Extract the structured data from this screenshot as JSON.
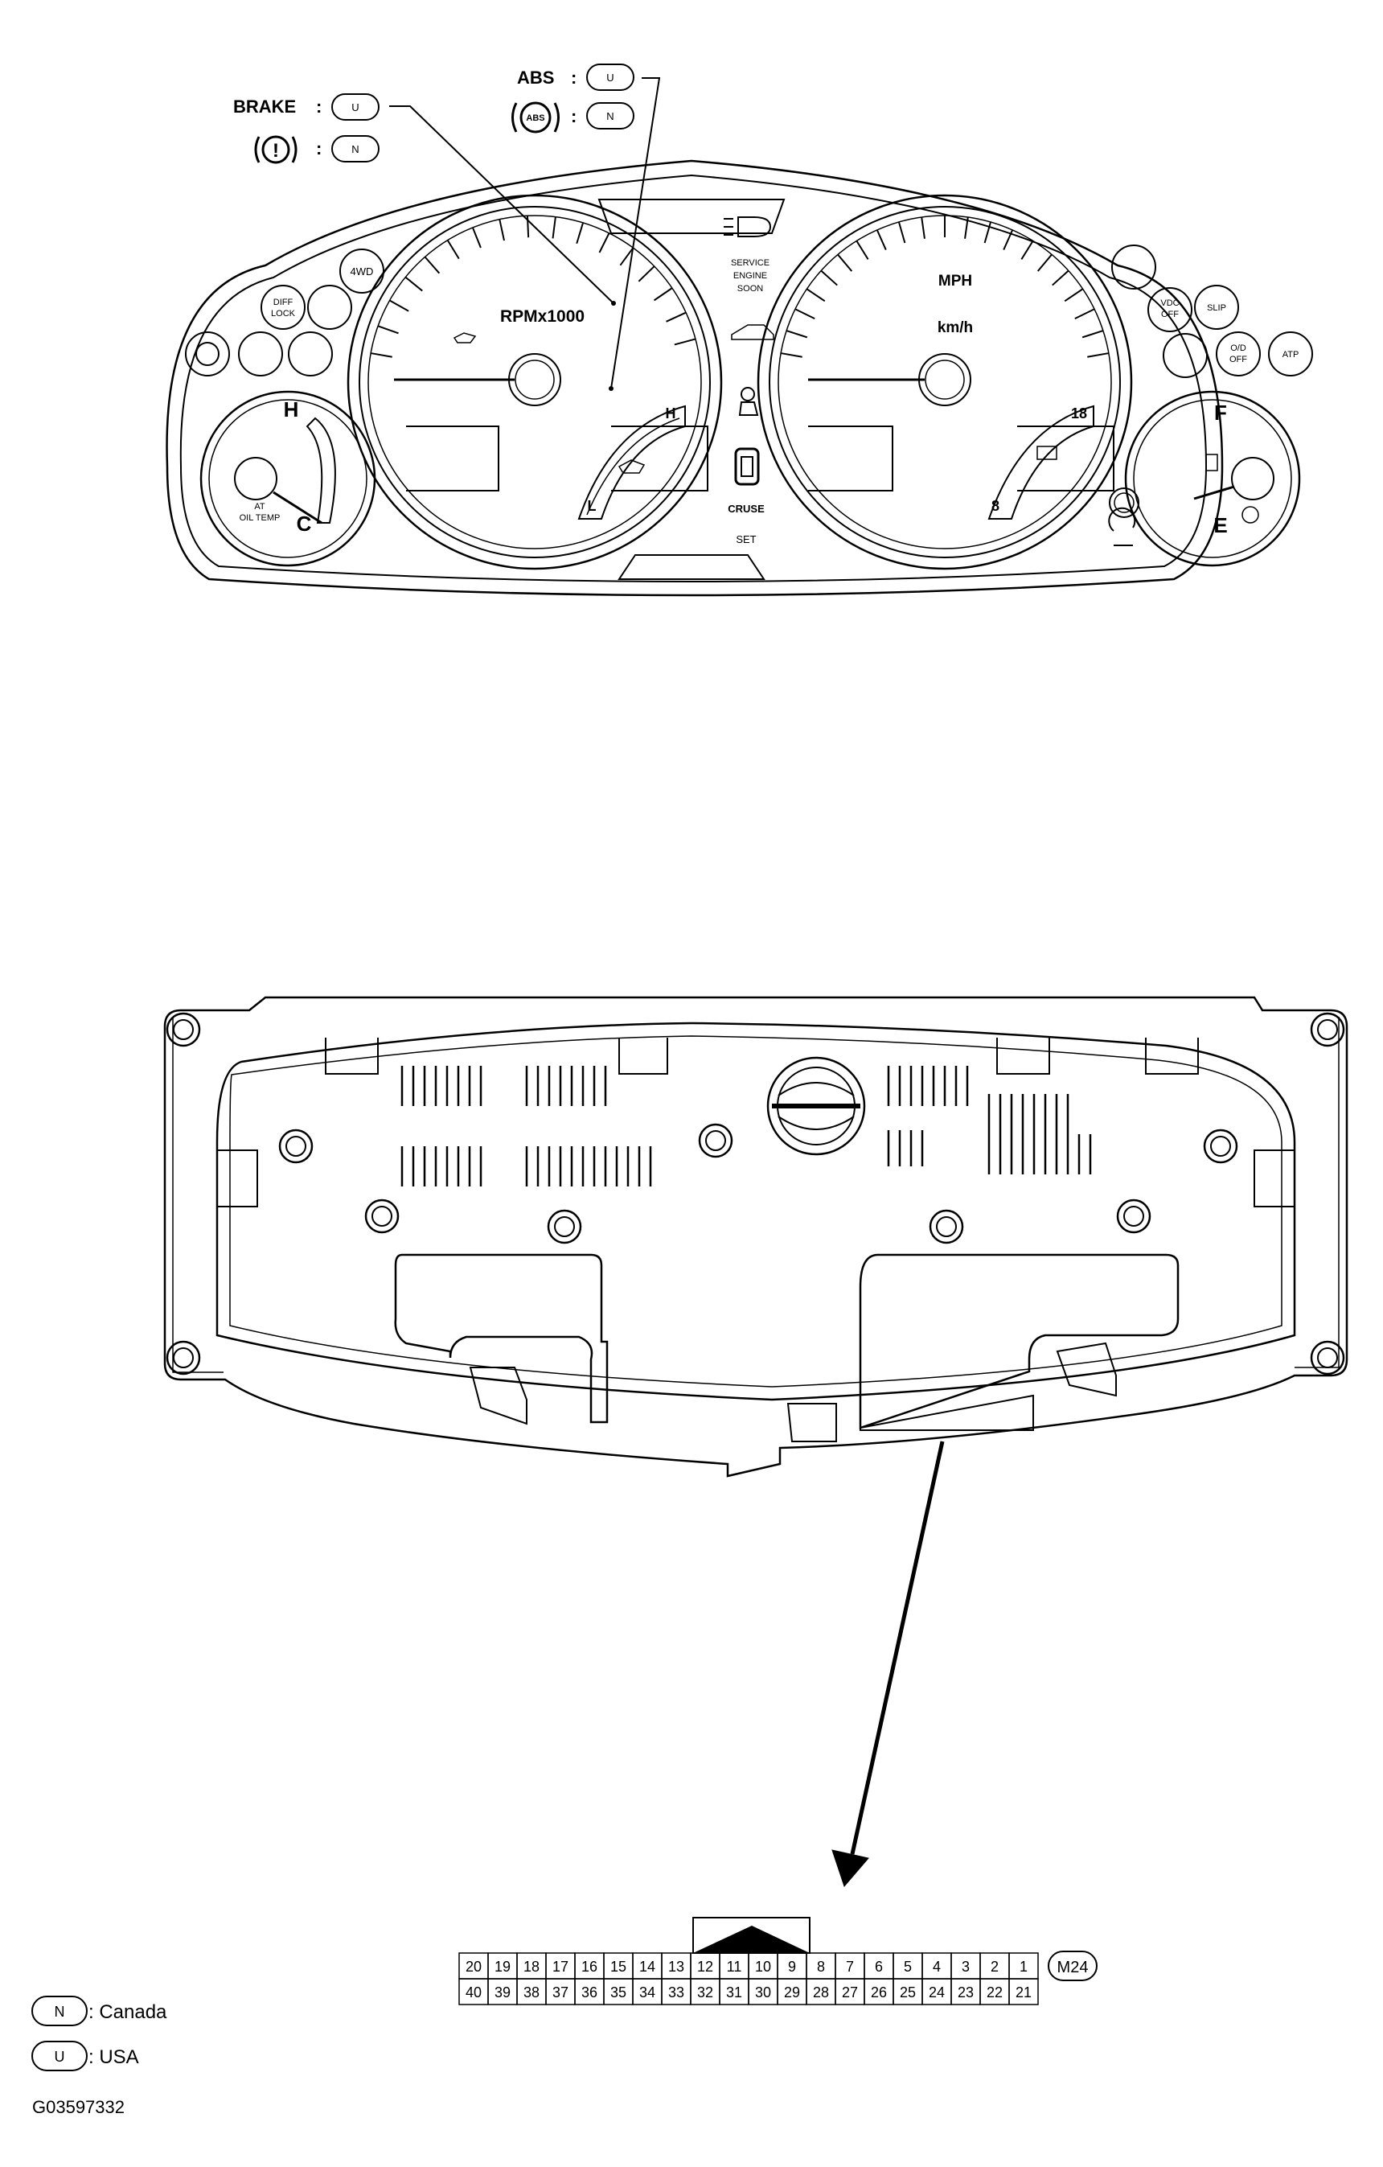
{
  "callouts": {
    "brake_label": "BRAKE",
    "brake_colon": ":",
    "brake_code": "U",
    "brake_icon_colon": ":",
    "brake_icon_code": "N",
    "abs_label": "ABS",
    "abs_colon": ":",
    "abs_code": "U",
    "abs_icon_text": "ABS",
    "abs_icon_colon": ":",
    "abs_icon_code": "N"
  },
  "cluster": {
    "tach_label": "RPMx1000",
    "speed_unit_primary": "MPH",
    "speed_unit_secondary": "km/h",
    "service_engine_soon": [
      "SERVICE",
      "ENGINE",
      "SOON"
    ],
    "cruise": "CRUSE",
    "set": "SET",
    "four_wd": "4WD",
    "diff_lock": [
      "DIFF",
      "LOCK"
    ],
    "vdc_off": [
      "VDC",
      "OFF"
    ],
    "slip": "SLIP",
    "od_off": [
      "O/D",
      "OFF"
    ],
    "atp": "ATP",
    "temp_hot": "H",
    "temp_cold": "C",
    "at_oil_temp": [
      "AT",
      "OIL TEMP"
    ],
    "oil_high": "H",
    "oil_low": "L",
    "volt_high": "18",
    "volt_low": "8",
    "fuel_full": "F",
    "fuel_empty": "E"
  },
  "connector": {
    "id": "M24",
    "top_row": [
      "20",
      "19",
      "18",
      "17",
      "16",
      "15",
      "14",
      "13",
      "12",
      "11",
      "10",
      "9",
      "8",
      "7",
      "6",
      "5",
      "4",
      "3",
      "2",
      "1"
    ],
    "bottom_row": [
      "40",
      "39",
      "38",
      "37",
      "36",
      "35",
      "34",
      "33",
      "32",
      "31",
      "30",
      "29",
      "28",
      "27",
      "26",
      "25",
      "24",
      "23",
      "22",
      "21"
    ]
  },
  "legend": [
    {
      "code": "N",
      "text": ": Canada"
    },
    {
      "code": "U",
      "text": ": USA"
    }
  ],
  "figure_id": "G03597332"
}
